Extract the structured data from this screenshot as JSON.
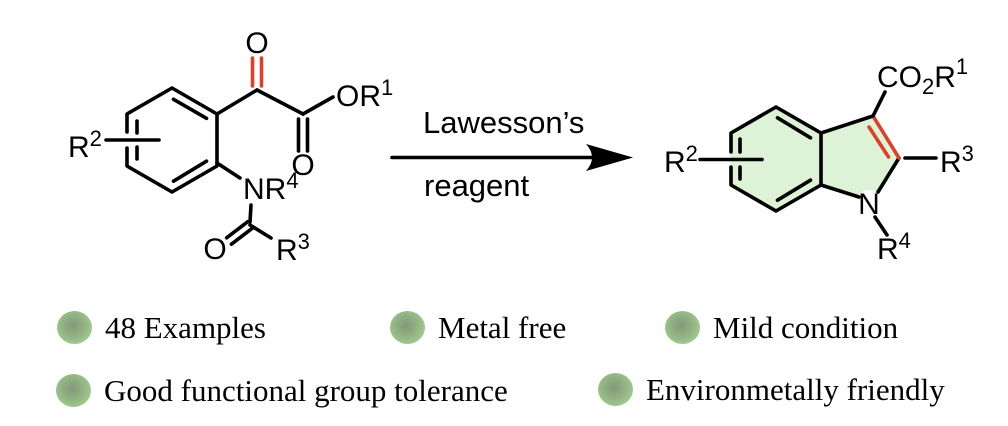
{
  "scheme": {
    "arrow": {
      "line1": "Lawesson’s",
      "line2": "reagent"
    },
    "reactant": {
      "r2": {
        "base": "R",
        "sup": "2"
      },
      "ketone_o": "O",
      "or1": {
        "base": "OR",
        "sup": "1"
      },
      "ester_o": "O",
      "nr4": {
        "base": "NR",
        "sup": "4"
      },
      "amide_o": "O",
      "r3": {
        "base": "R",
        "sup": "3"
      }
    },
    "product": {
      "r2": {
        "base": "R",
        "sup": "2"
      },
      "ester": {
        "co": "CO",
        "sub": "2",
        "r": "R",
        "sup": "1"
      },
      "r3": {
        "base": "R",
        "sup": "3"
      },
      "n": "N",
      "r4": {
        "base": "R",
        "sup": "4"
      }
    }
  },
  "colors": {
    "highlight_red": "#d7432c",
    "product_ring_fill": "#ddf2d6",
    "bullet_green": "#9cc48c",
    "bond_black": "#000000"
  },
  "features": [
    {
      "label": "48 Examples"
    },
    {
      "label": "Metal free"
    },
    {
      "label": "Mild condition"
    },
    {
      "label": "Good functional group tolerance"
    },
    {
      "label": "Environmetally friendly"
    }
  ]
}
